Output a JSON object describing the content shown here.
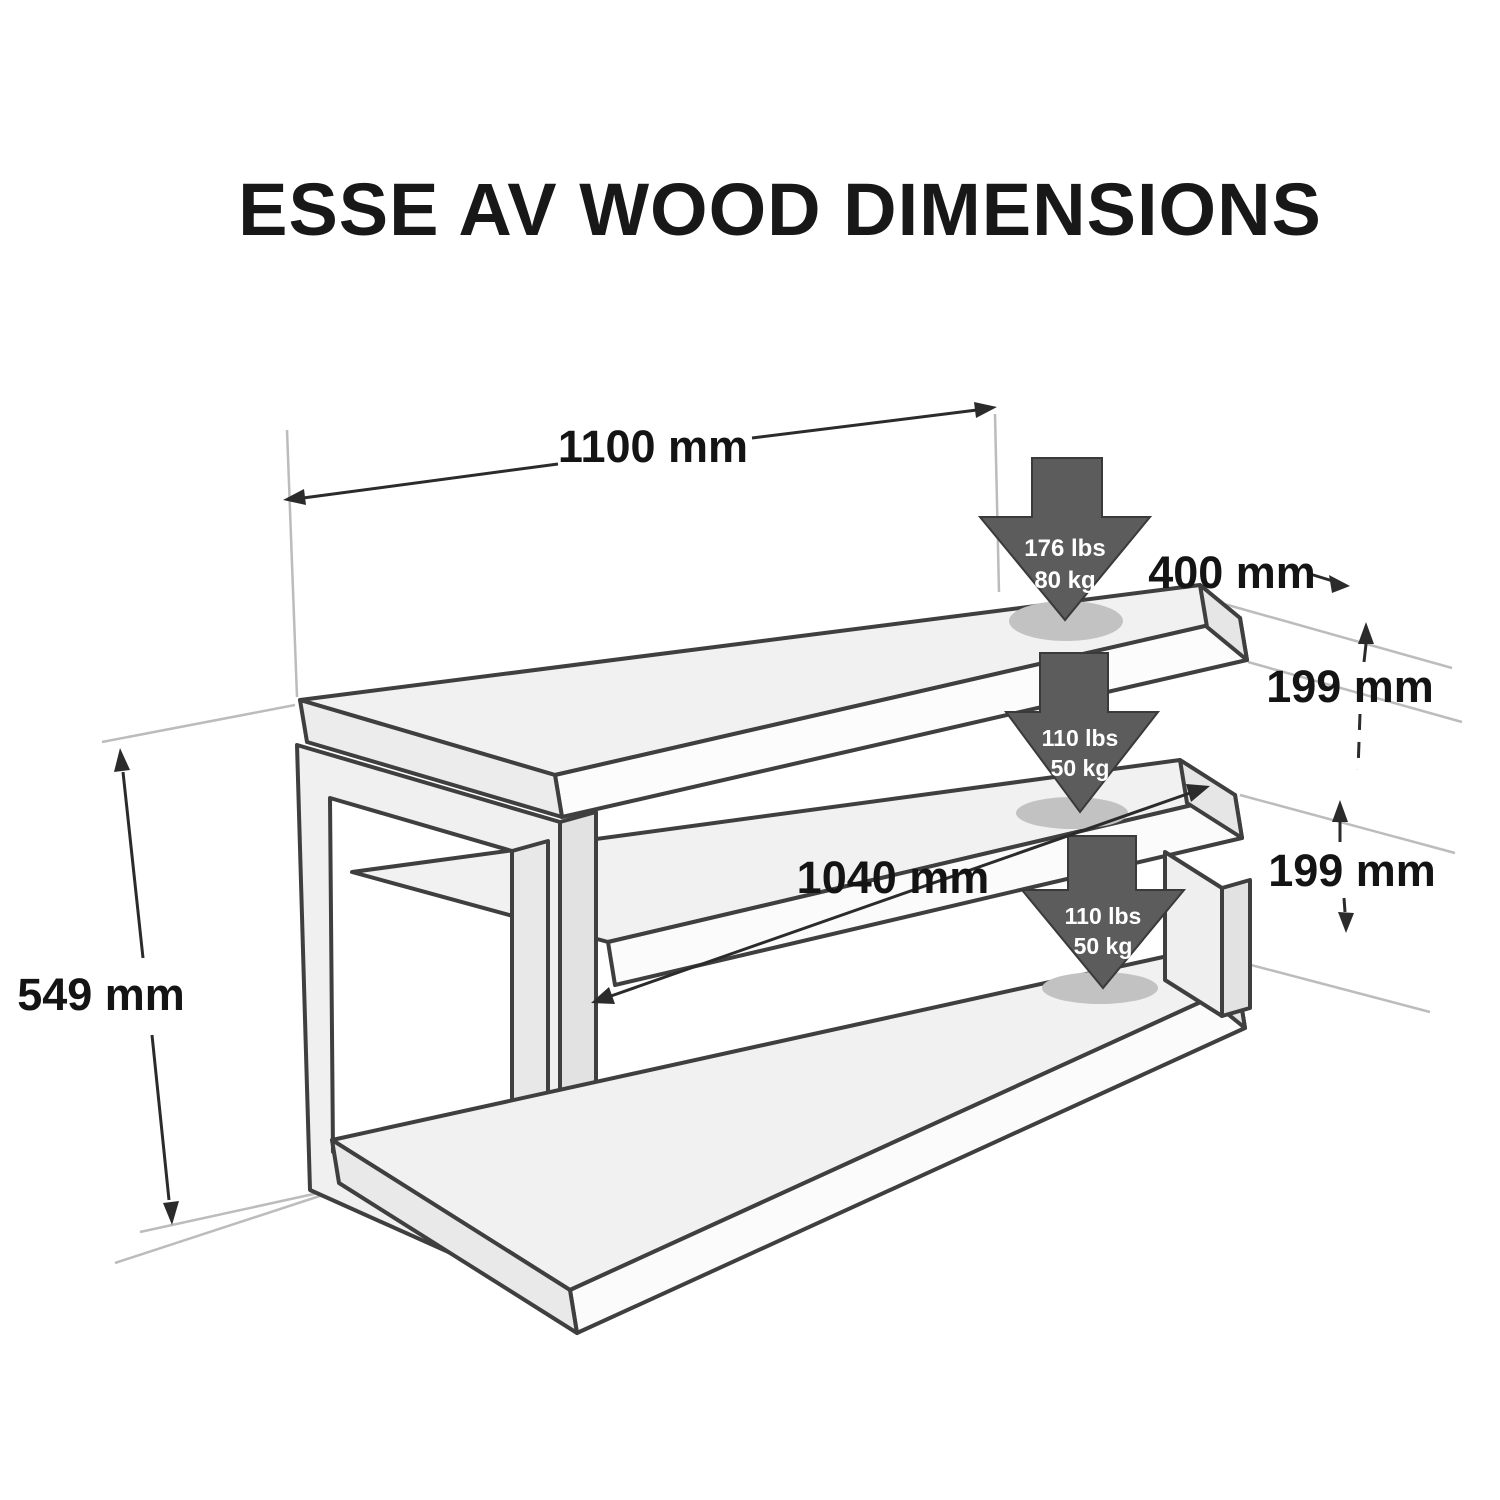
{
  "title": "ESSE AV WOOD DIMENSIONS",
  "diagram": {
    "product": "ESSE AV WOOD",
    "dimensions": {
      "top_width": "1100 mm",
      "depth": "400 mm",
      "top_gap": "199 mm",
      "middle_gap": "199 mm",
      "height": "549 mm",
      "middle_width": "1040 mm"
    },
    "load_capacities": {
      "top_shelf": {
        "lbs": "176 lbs",
        "kg": "80 kg"
      },
      "middle_shelf": {
        "lbs": "110 lbs",
        "kg": "50 kg"
      },
      "bottom_shelf": {
        "lbs": "110 lbs",
        "kg": "50 kg"
      }
    },
    "icons": {
      "load_arrow": "down-block-arrow",
      "dimension_arrow": "double-headed-arrow"
    },
    "colors": {
      "background": "#ffffff",
      "line_art_outline": "#3f3f3f",
      "surface_fill": "#f1f1f1",
      "front_face_fill": "#fbfbfb",
      "side_face_fill": "#e6e6e6",
      "load_arrow_fill": "#5c5c5c",
      "contact_ellipse": "#c2c2c2",
      "dimension_text": "#141414"
    }
  }
}
